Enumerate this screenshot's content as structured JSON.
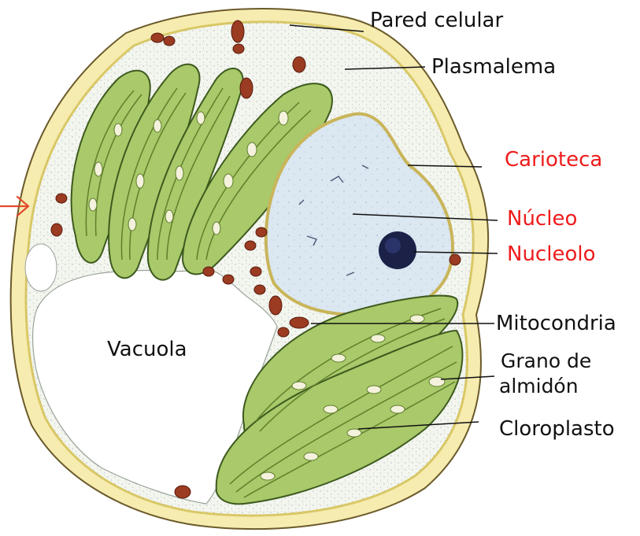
{
  "labels": {
    "pared_celular": "Pared celular",
    "plasmalema": "Plasmalema",
    "carioteca": "Carioteca",
    "nucleo": "Núcleo",
    "nucleolo": "Nucleolo",
    "mitocondria": "Mitocondria",
    "vacuola": "Vacuola",
    "grano_de_almidon_line1": "Grano de",
    "grano_de_almidon_line2": "almidón",
    "cloroplasto": "Cloroplasto"
  },
  "colors": {
    "cell_wall": "#f6ecb0",
    "cell_wall_outline": "#6b5a2a",
    "plasmalema": "#d9c866",
    "cytoplasm": "#f3f5ef",
    "stipple": "#9aa39a",
    "chloroplast_fill": "#a9c96a",
    "chloroplast_outline": "#3d5a1e",
    "thylakoid": "#5f7f2c",
    "starch_grain": "#f4f1dc",
    "mitochondria": "#9a3b22",
    "nucleus_fill": "#dbe7f1",
    "nucleus_border": "#c9b55a",
    "nucleolus": "#1c2148",
    "vacuole": "#ffffff",
    "label_black": "#111111",
    "label_red": "#ee1c1c",
    "arrow": "#e24a2e"
  }
}
